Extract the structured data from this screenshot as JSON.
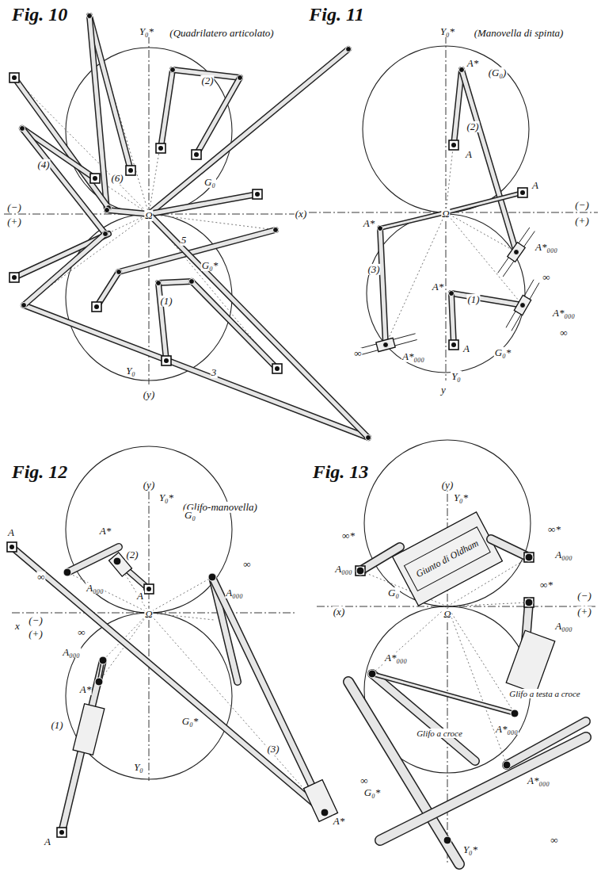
{
  "diagram": {
    "nodes": [
      {
        "text": [
          "Giunto di Oldham"
        ]
      }
    ],
    "labels": [
      "Fig. 10",
      "Y₀*",
      "(Quadrilatero articolato)",
      "(2)",
      "(6)",
      "(4)",
      "G₀",
      "(−)",
      "(+)",
      "Ω",
      "(x)",
      "5",
      "G₀*",
      "(1)",
      "Y₀",
      "3",
      "(y)",
      "Fig. 11",
      "Y₀*",
      "(Manovella di spinta)",
      "A*",
      "(G₀)",
      "(2)",
      "A",
      "A",
      "(−)",
      "(+)",
      "Ω",
      "A*",
      "(3)",
      "A*₀₀₀",
      "∞",
      "A*₀₀₀",
      "∞",
      "A*",
      "(1)",
      "A*₀₀₀",
      "∞",
      "A",
      "G₀*",
      "Y₀",
      "y",
      "Fig. 12",
      "(y)",
      "Y₀*",
      "(Glifo-manovella)",
      "A*",
      "G₀",
      "(2)",
      "A",
      "A",
      "A₀₀₀",
      "∞",
      "∞",
      "A₀₀₀",
      "∞",
      "A₀₀₀",
      "x",
      "(−)",
      "(+)",
      "Ω",
      "(1)",
      "A*",
      "(3)",
      "G₀*",
      "Y₀",
      "A",
      "A*",
      "Fig. 13",
      "(y)",
      "Y₀*",
      "∞*",
      "A₀₀₀",
      "G₀",
      "∞*",
      "A₀₀₀",
      "∞*",
      "A₀₀₀",
      "(x)",
      "Ω",
      "(−)",
      "(+)",
      "Glifo a testa a croce",
      "A*₀₀₀",
      "Glifo a croce",
      "A*₀₀₀",
      "∞",
      "G₀*",
      "A*₀₀₀",
      "∞",
      "Y₀*"
    ]
  }
}
